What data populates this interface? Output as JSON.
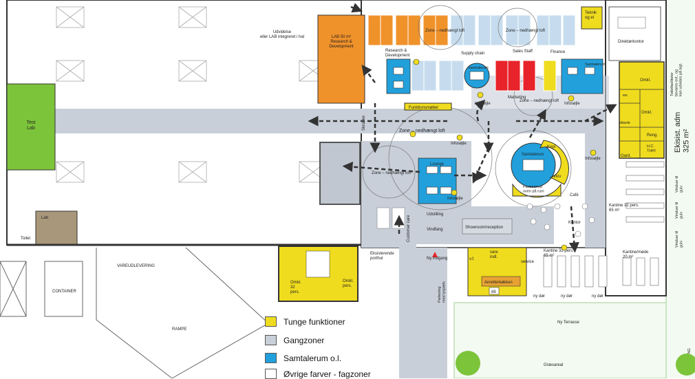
{
  "colors": {
    "tunge": "#f0dc1e",
    "gang": "#c8cfd9",
    "samtale": "#22a0dc",
    "research": "#f0922a",
    "testlab": "#7cc43a",
    "lab": "#a8977a",
    "sales": "#c6dcee",
    "marketing": "#e8232a"
  },
  "rooms": {
    "test_lab": "Test\nLab",
    "lab": "Lab",
    "toilet_left": "Toilet",
    "lab50": "LAB 50 m²\nResearch &\nDevelopment",
    "udvidelse": "Udvidelse\neller LAB integreret i hal",
    "teknik": "Teknik\nog el",
    "direktor": "Direktørkontor",
    "omkl": "Omkl.",
    "ws": "ws",
    "eltavle": "eltavle",
    "reng": "Reng.",
    "hc_toilet": "H.C.\nToilet",
    "gard": "Gard.",
    "omkl_32": "Omkl.\n32\npers.",
    "omkl_pers": "Omkl.\npers.",
    "anretterkokken": "Anretterkøkken",
    "vare": "vare\nindl.",
    "vf": "v.f.",
    "service": "service",
    "n88": "88",
    "samtalerum_a": "Samtalerum",
    "samtalerum_b": "Samtalerum",
    "samtalerum_c": "Samtalerum",
    "kopi": "Kopi",
    "pauseareal": "Pauseareal\noven på rum",
    "arkiv": "Arkiv",
    "cafe": "Café",
    "lounge": "Lounge",
    "kantine_65": "Kantine 32 pers.\n65 m²",
    "kantine_32": "Kantine 32 pers.\n65 m²",
    "kantine_mode": "Kantine/møde\n20 m²",
    "kontor": "Kontor",
    "udstilling": "Udstilling",
    "vindfang": "Vindfang",
    "showroom": "Showroom/reception",
    "customer_care": "Customer care",
    "ny_indgang": "Ny indgang",
    "eksisterende_porthul": "Eksisterende\nporthul",
    "container": "CONTAINER",
    "vareudlevering": "VAREUDLEVERING",
    "rampe": "RAMPE",
    "ny_terrasse": "Ny Terrasse",
    "graesareal": "Græsareal",
    "ny_dor": "ny dør",
    "funktionsmobel": "Funktionsmøbel",
    "zone_loft": "Zone – nedhængt loft",
    "infosojle": "Infosøjle",
    "research_dev": "Research &\nDevelopment",
    "supply_chain": "Supply chain",
    "sales_staff": "Sales Staff",
    "finance": "Finance",
    "marketing": "Marketing",
    "skranke": "Skranke",
    "eksist_adm": "Ekisist. adm\n325 m²",
    "toiletfaciliteter": "Toiletfaciliteter\nbevares evt., og\nkan udvides på sigt.",
    "vinduer_gulv": "Vinduer til\ngulv",
    "beplantning": "BEPLANTNING",
    "parkering": "Parkering\nmed lyspæls"
  },
  "legend": [
    {
      "label": "Tunge funktioner",
      "color": "#f0dc1e"
    },
    {
      "label": "Gangzoner",
      "color": "#c8cfd9"
    },
    {
      "label": "Samtalerum o.l.",
      "color": "#22a0dc"
    },
    {
      "label": "Øvrige farver - fagzoner",
      "color": "#ffffff"
    }
  ]
}
